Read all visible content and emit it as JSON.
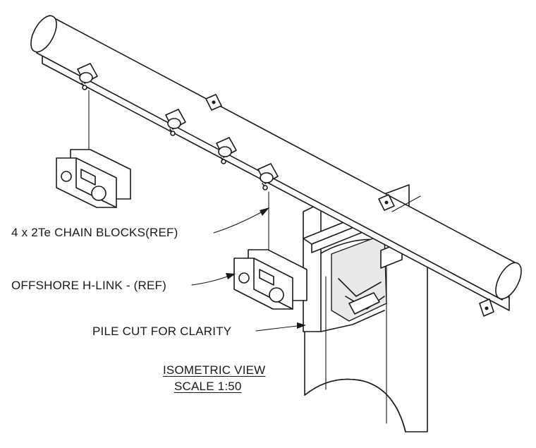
{
  "callouts": {
    "chain_blocks": "4 x 2Te CHAIN BLOCKS(REF)",
    "h_link": "OFFSHORE H-LINK - (REF)",
    "pile_cut": "PILE CUT FOR CLARITY"
  },
  "view_title": {
    "name": "ISOMETRIC VIEW",
    "scale": "SCALE 1:50"
  }
}
